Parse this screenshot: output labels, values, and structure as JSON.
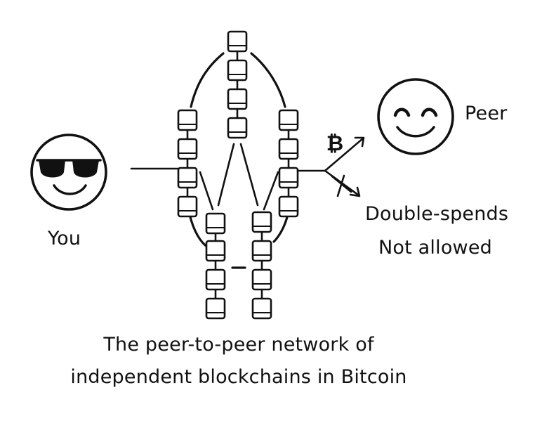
{
  "labels": {
    "you": "You",
    "peer": "Peer",
    "double_spends": "Double-spends",
    "not_allowed": "Not allowed",
    "bitcoin_symbol": "₿",
    "caption_line1": "The peer-to-peer network of",
    "caption_line2": "independent blockchains in Bitcoin"
  },
  "icons": {
    "you": "sunglasses-smiley-icon",
    "peer": "smiling-face-icon",
    "block": "blockchain-block-icon",
    "reject": "cross-mark-icon"
  },
  "colors": {
    "ink": "#111111",
    "background": "#ffffff"
  }
}
